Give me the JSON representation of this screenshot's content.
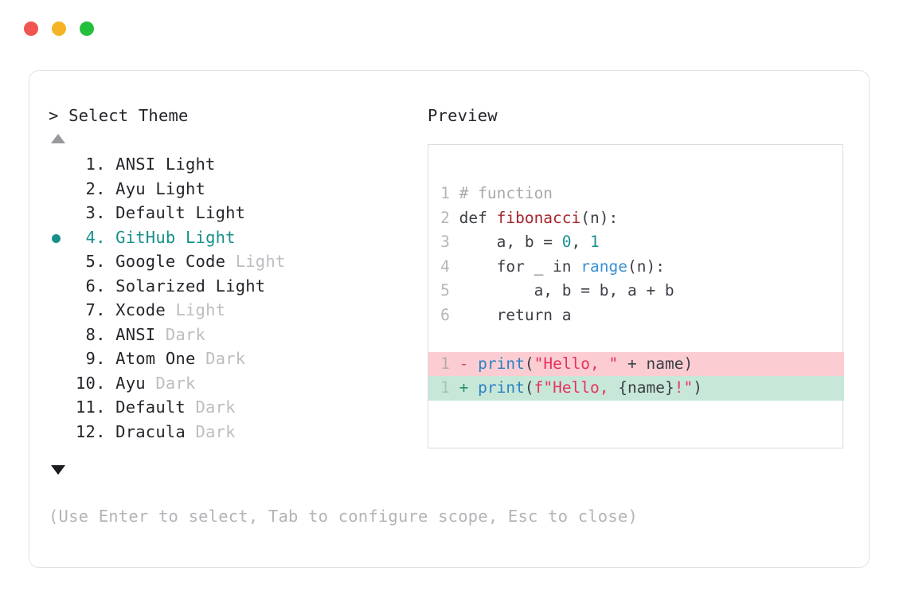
{
  "window": {
    "traffic_lights": [
      {
        "name": "close",
        "color": "#f1554f"
      },
      {
        "name": "minimize",
        "color": "#f5b426"
      },
      {
        "name": "zoom",
        "color": "#25bf3e"
      }
    ]
  },
  "prompt": {
    "heading": "> Select Theme",
    "scroll_up_icon": "triangle-up-icon",
    "scroll_down_icon": "triangle-down-icon",
    "selected_index": 4,
    "items": [
      {
        "index": " 1.",
        "name": "ANSI",
        "tag": "Light",
        "tag_dim": false,
        "selected": false
      },
      {
        "index": " 2.",
        "name": "Ayu",
        "tag": "Light",
        "tag_dim": false,
        "selected": false
      },
      {
        "index": " 3.",
        "name": "Default",
        "tag": "Light",
        "tag_dim": false,
        "selected": false
      },
      {
        "index": " 4.",
        "name": "GitHub",
        "tag": "Light",
        "tag_dim": false,
        "selected": true
      },
      {
        "index": " 5.",
        "name": "Google Code",
        "tag": "Light",
        "tag_dim": true,
        "selected": false
      },
      {
        "index": " 6.",
        "name": "Solarized",
        "tag": "Light",
        "tag_dim": false,
        "selected": false
      },
      {
        "index": " 7.",
        "name": "Xcode",
        "tag": "Light",
        "tag_dim": true,
        "selected": false
      },
      {
        "index": " 8.",
        "name": "ANSI",
        "tag": "Dark",
        "tag_dim": true,
        "selected": false
      },
      {
        "index": " 9.",
        "name": "Atom One",
        "tag": "Dark",
        "tag_dim": true,
        "selected": false
      },
      {
        "index": "10.",
        "name": "Ayu",
        "tag": "Dark",
        "tag_dim": true,
        "selected": false
      },
      {
        "index": "11.",
        "name": "Default",
        "tag": "Dark",
        "tag_dim": true,
        "selected": false
      },
      {
        "index": "12.",
        "name": "Dracula",
        "tag": "Dark",
        "tag_dim": true,
        "selected": false
      }
    ],
    "hint": "(Use Enter to select, Tab to configure scope, Esc to close)"
  },
  "preview": {
    "label": "Preview",
    "code_lines": [
      {
        "no": "1",
        "tokens": [
          {
            "t": " # function",
            "c": "t-comment"
          }
        ]
      },
      {
        "no": "2",
        "tokens": [
          {
            "t": " def ",
            "c": "t-kw"
          },
          {
            "t": "fibonacci",
            "c": "t-fn"
          },
          {
            "t": "(n):",
            "c": "t-punc"
          }
        ]
      },
      {
        "no": "3",
        "tokens": [
          {
            "t": "     a, b = ",
            "c": "t-plain"
          },
          {
            "t": "0",
            "c": "t-num"
          },
          {
            "t": ", ",
            "c": "t-plain"
          },
          {
            "t": "1",
            "c": "t-num"
          }
        ]
      },
      {
        "no": "4",
        "tokens": [
          {
            "t": "     for _ in ",
            "c": "t-plain"
          },
          {
            "t": "range",
            "c": "t-builtin"
          },
          {
            "t": "(n):",
            "c": "t-punc"
          }
        ]
      },
      {
        "no": "5",
        "tokens": [
          {
            "t": "         a, b = b, a + b",
            "c": "t-plain"
          }
        ]
      },
      {
        "no": "6",
        "tokens": [
          {
            "t": "     return a",
            "c": "t-plain"
          }
        ]
      }
    ],
    "diff_lines": [
      {
        "no": "1",
        "kind": "del",
        "sign": " - ",
        "tokens": [
          {
            "t": "print",
            "c": "t-print"
          },
          {
            "t": "(",
            "c": "t-punc"
          },
          {
            "t": "\"Hello, \"",
            "c": "t-str"
          },
          {
            "t": " + name)",
            "c": "t-punc"
          }
        ]
      },
      {
        "no": "1",
        "kind": "add",
        "sign": " + ",
        "tokens": [
          {
            "t": "print",
            "c": "t-print"
          },
          {
            "t": "(",
            "c": "t-punc"
          },
          {
            "t": "f\"Hello, ",
            "c": "t-str"
          },
          {
            "t": "{name}",
            "c": "t-punc"
          },
          {
            "t": "!\"",
            "c": "t-str"
          },
          {
            "t": ")",
            "c": "t-punc"
          }
        ]
      }
    ]
  }
}
